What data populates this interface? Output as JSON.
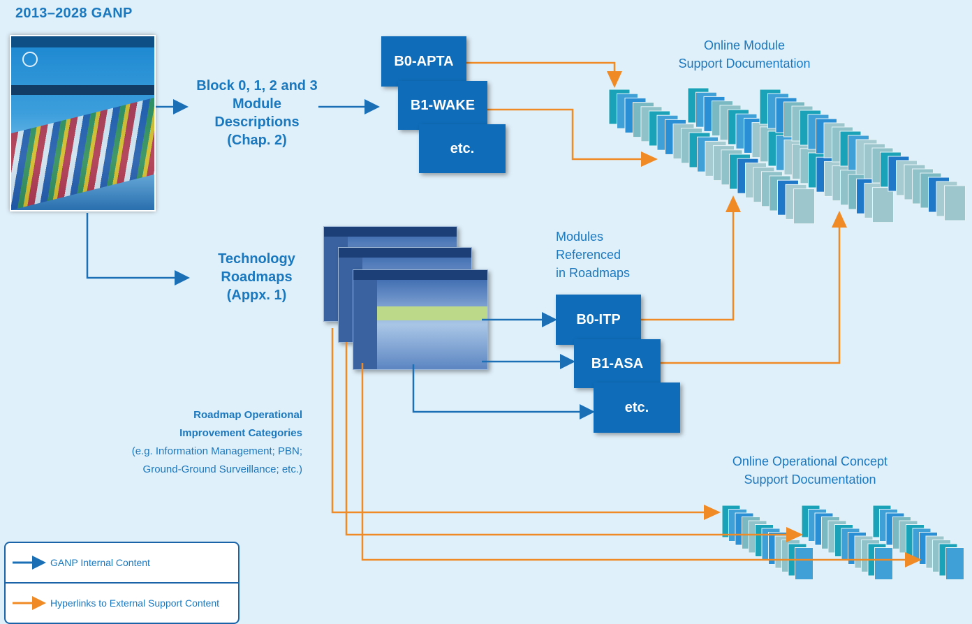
{
  "title": "2013–2028 GANP",
  "labels": {
    "block_line1": "Block 0, 1, 2 and 3",
    "block_line2": "Module",
    "block_line3": "Descriptions",
    "block_line4": "(Chap. 2)",
    "tech_line1": "Technology",
    "tech_line2": "Roadmaps",
    "tech_line3": "(Appx. 1)",
    "online_module_line1": "Online Module",
    "online_module_line2": "Support Documentation",
    "modules_ref_line1": "Modules",
    "modules_ref_line2": "Referenced",
    "modules_ref_line3": "in Roadmaps",
    "online_concept_line1": "Online Operational Concept",
    "online_concept_line2": "Support Documentation"
  },
  "module_boxes_top": [
    "B0-APTA",
    "B1-WAKE",
    "etc."
  ],
  "module_boxes_roadmap": [
    "B0-ITP",
    "B1-ASA",
    "etc."
  ],
  "categories": {
    "bold_line1": "Roadmap Operational",
    "bold_line2": "Improvement Categories",
    "line3": "(e.g. Information Management; PBN;",
    "line4": "Ground-Ground Surveillance; etc.)"
  },
  "legend": {
    "internal": "GANP Internal Content",
    "external": "Hyperlinks to External Support Content"
  },
  "colors": {
    "background": "#e0f0fa",
    "internal_arrow": "#1a6fb5",
    "external_arrow": "#f08a24",
    "box": "#0f6cb8",
    "text_blue": "#1a78bf"
  }
}
